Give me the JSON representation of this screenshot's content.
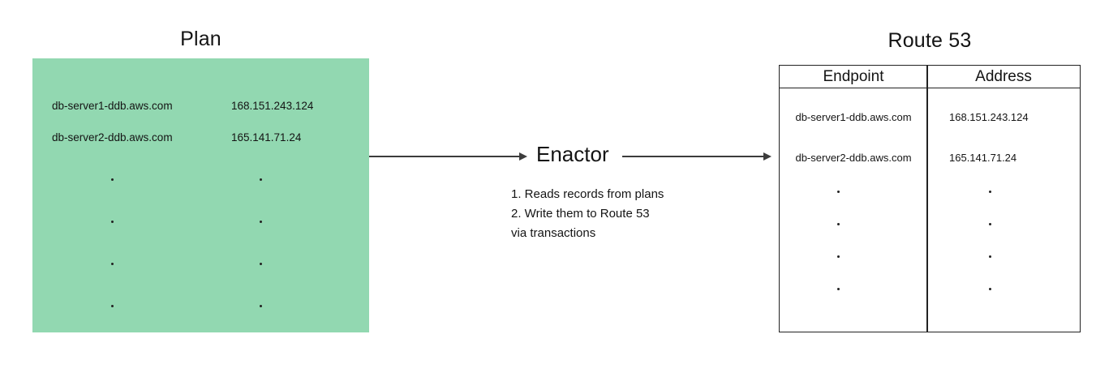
{
  "plan": {
    "title": "Plan",
    "box_color": "#92d8b1",
    "records": [
      {
        "endpoint": "db-server1-ddb.aws.com",
        "address": "168.151.243.124"
      },
      {
        "endpoint": "db-server2-ddb.aws.com",
        "address": "165.141.71.24"
      }
    ]
  },
  "enactor": {
    "label": "Enactor",
    "notes": [
      "1. Reads records from plans",
      "2. Write them to Route 53",
      "via transactions"
    ]
  },
  "route53": {
    "title": "Route 53",
    "columns": [
      "Endpoint",
      "Address"
    ],
    "records": [
      {
        "endpoint": "db-server1-ddb.aws.com",
        "address": "168.151.243.124"
      },
      {
        "endpoint": "db-server2-ddb.aws.com",
        "address": "165.141.71.24"
      }
    ]
  },
  "arrow_color": "#3c3c3c"
}
